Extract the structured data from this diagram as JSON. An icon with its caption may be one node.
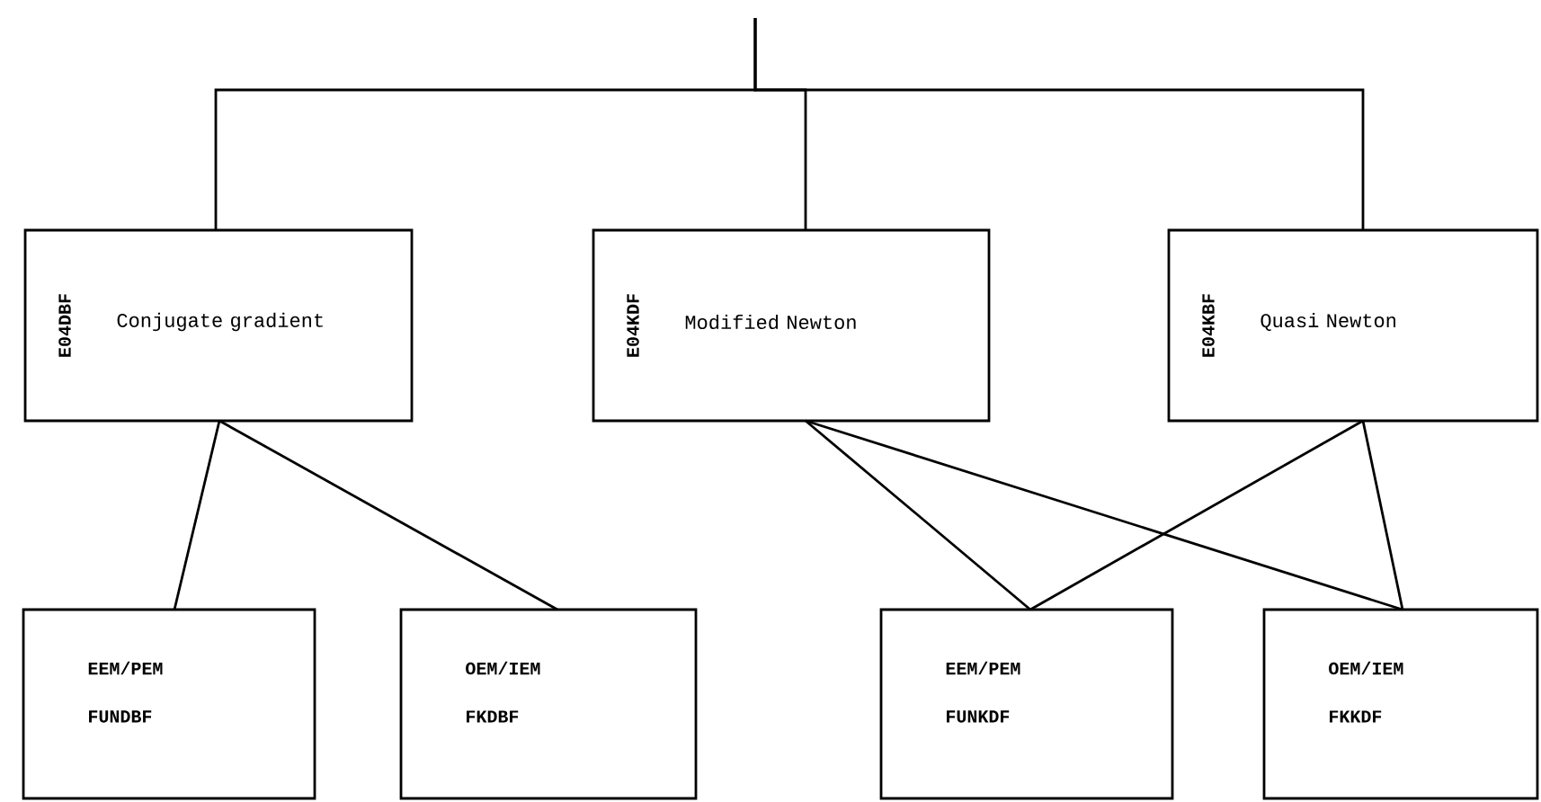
{
  "diagram": {
    "nodes": [
      {
        "text": [
          "E04DBF",
          "Conjugate gradient"
        ]
      },
      {
        "text": [
          "E04KDF",
          "Modified Newton"
        ]
      },
      {
        "text": [
          "E04KBF",
          "Quasi Newton"
        ]
      },
      {
        "text": [
          "EEM/PEM",
          "FUNDBF"
        ]
      },
      {
        "text": [
          "OEM/IEM",
          "FKDBF"
        ]
      },
      {
        "text": [
          "EEM/PEM",
          "FUNKDF"
        ]
      },
      {
        "text": [
          "OEM/IEM",
          "FKKDF"
        ]
      }
    ],
    "edges": [
      {
        "from": null,
        "to": 0,
        "arrow": "none"
      },
      {
        "from": null,
        "to": 1,
        "arrow": "none"
      },
      {
        "from": null,
        "to": 2,
        "arrow": "none"
      },
      {
        "from": 0,
        "to": 3,
        "arrow": "none"
      },
      {
        "from": 0,
        "to": 4,
        "arrow": "none"
      },
      {
        "from": 1,
        "to": 5,
        "arrow": "none"
      },
      {
        "from": 1,
        "to": 6,
        "arrow": "none"
      },
      {
        "from": 2,
        "to": 5,
        "arrow": "none"
      },
      {
        "from": 2,
        "to": 6,
        "arrow": "none"
      }
    ]
  }
}
